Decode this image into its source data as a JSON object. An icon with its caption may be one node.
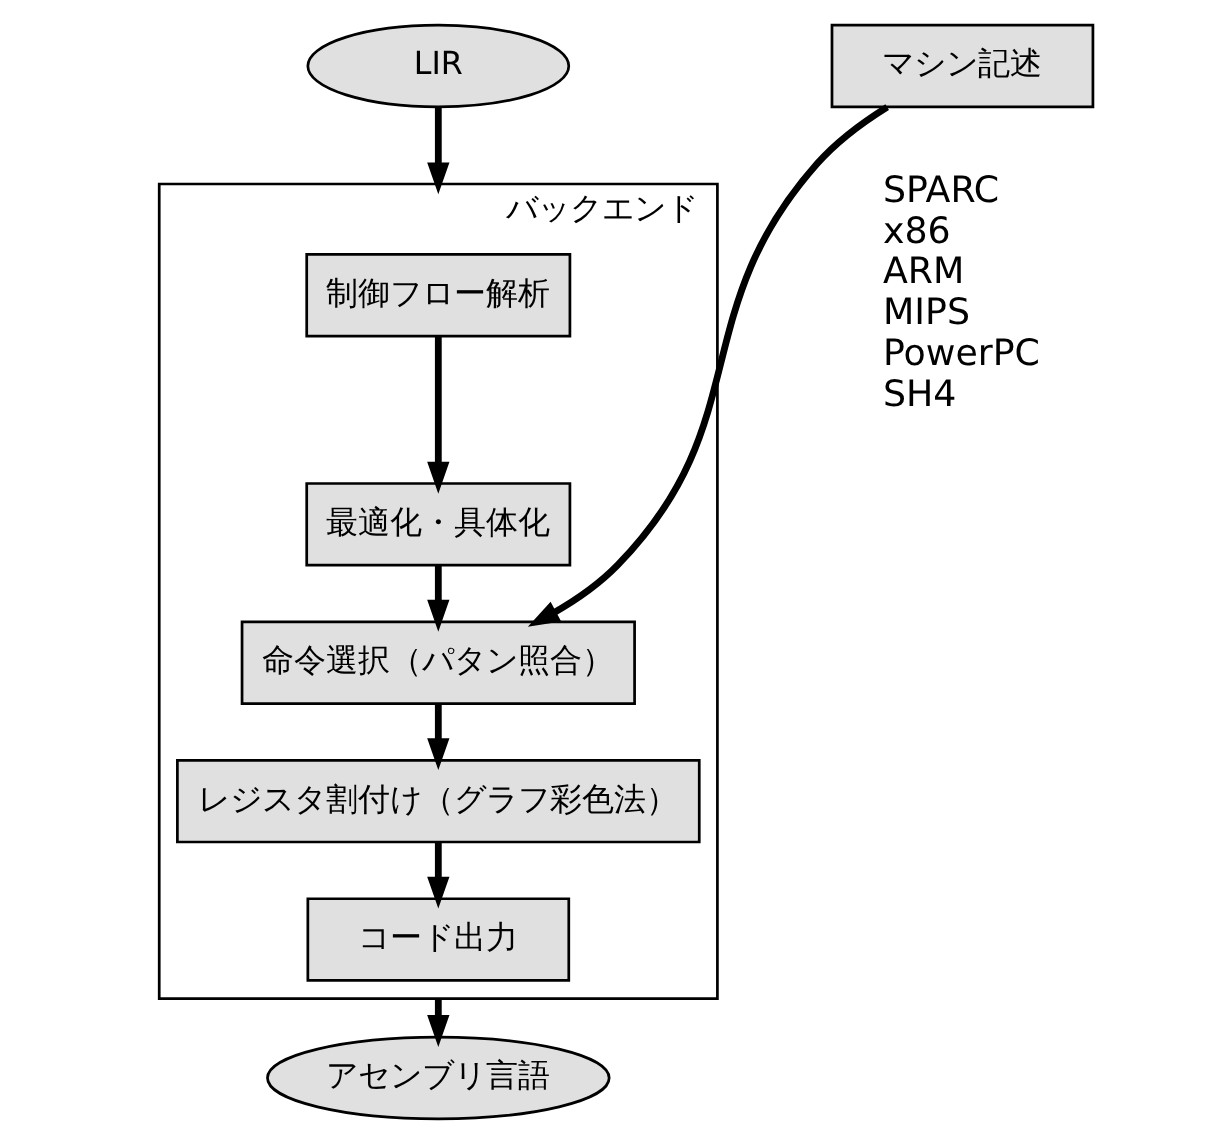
{
  "diagram": {
    "nodes": [
      {
        "text": [
          "LIR"
        ]
      },
      {
        "text": [
          "バックエンド"
        ]
      },
      {
        "text": [
          "制御フロー解析"
        ],
        "in": 1
      },
      {
        "text": [
          "最適化・具体化"
        ],
        "in": 1
      },
      {
        "text": [
          "命令選択（パタン照合）"
        ],
        "in": 1
      },
      {
        "text": [
          "レジスタ割付け（グラフ彩色法）"
        ],
        "in": 1
      },
      {
        "text": [
          "コード出力"
        ],
        "in": 1
      },
      {
        "text": [
          "マシン記述"
        ]
      },
      {
        "text": [
          "アセンブリ言語"
        ]
      }
    ],
    "edges": [
      {
        "from": 0,
        "to": 1,
        "arrow": "to"
      },
      {
        "from": 2,
        "to": 3,
        "arrow": "to"
      },
      {
        "from": 3,
        "to": 4,
        "arrow": "to"
      },
      {
        "from": 4,
        "to": 5,
        "arrow": "to"
      },
      {
        "from": 5,
        "to": 6,
        "arrow": "to"
      },
      {
        "from": 7,
        "to": 4,
        "arrow": "to"
      },
      {
        "from": 1,
        "to": 8,
        "arrow": "to"
      }
    ],
    "labels": [
      "SPARC",
      "x86",
      "ARM",
      "MIPS",
      "PowerPC",
      "SH4"
    ]
  }
}
